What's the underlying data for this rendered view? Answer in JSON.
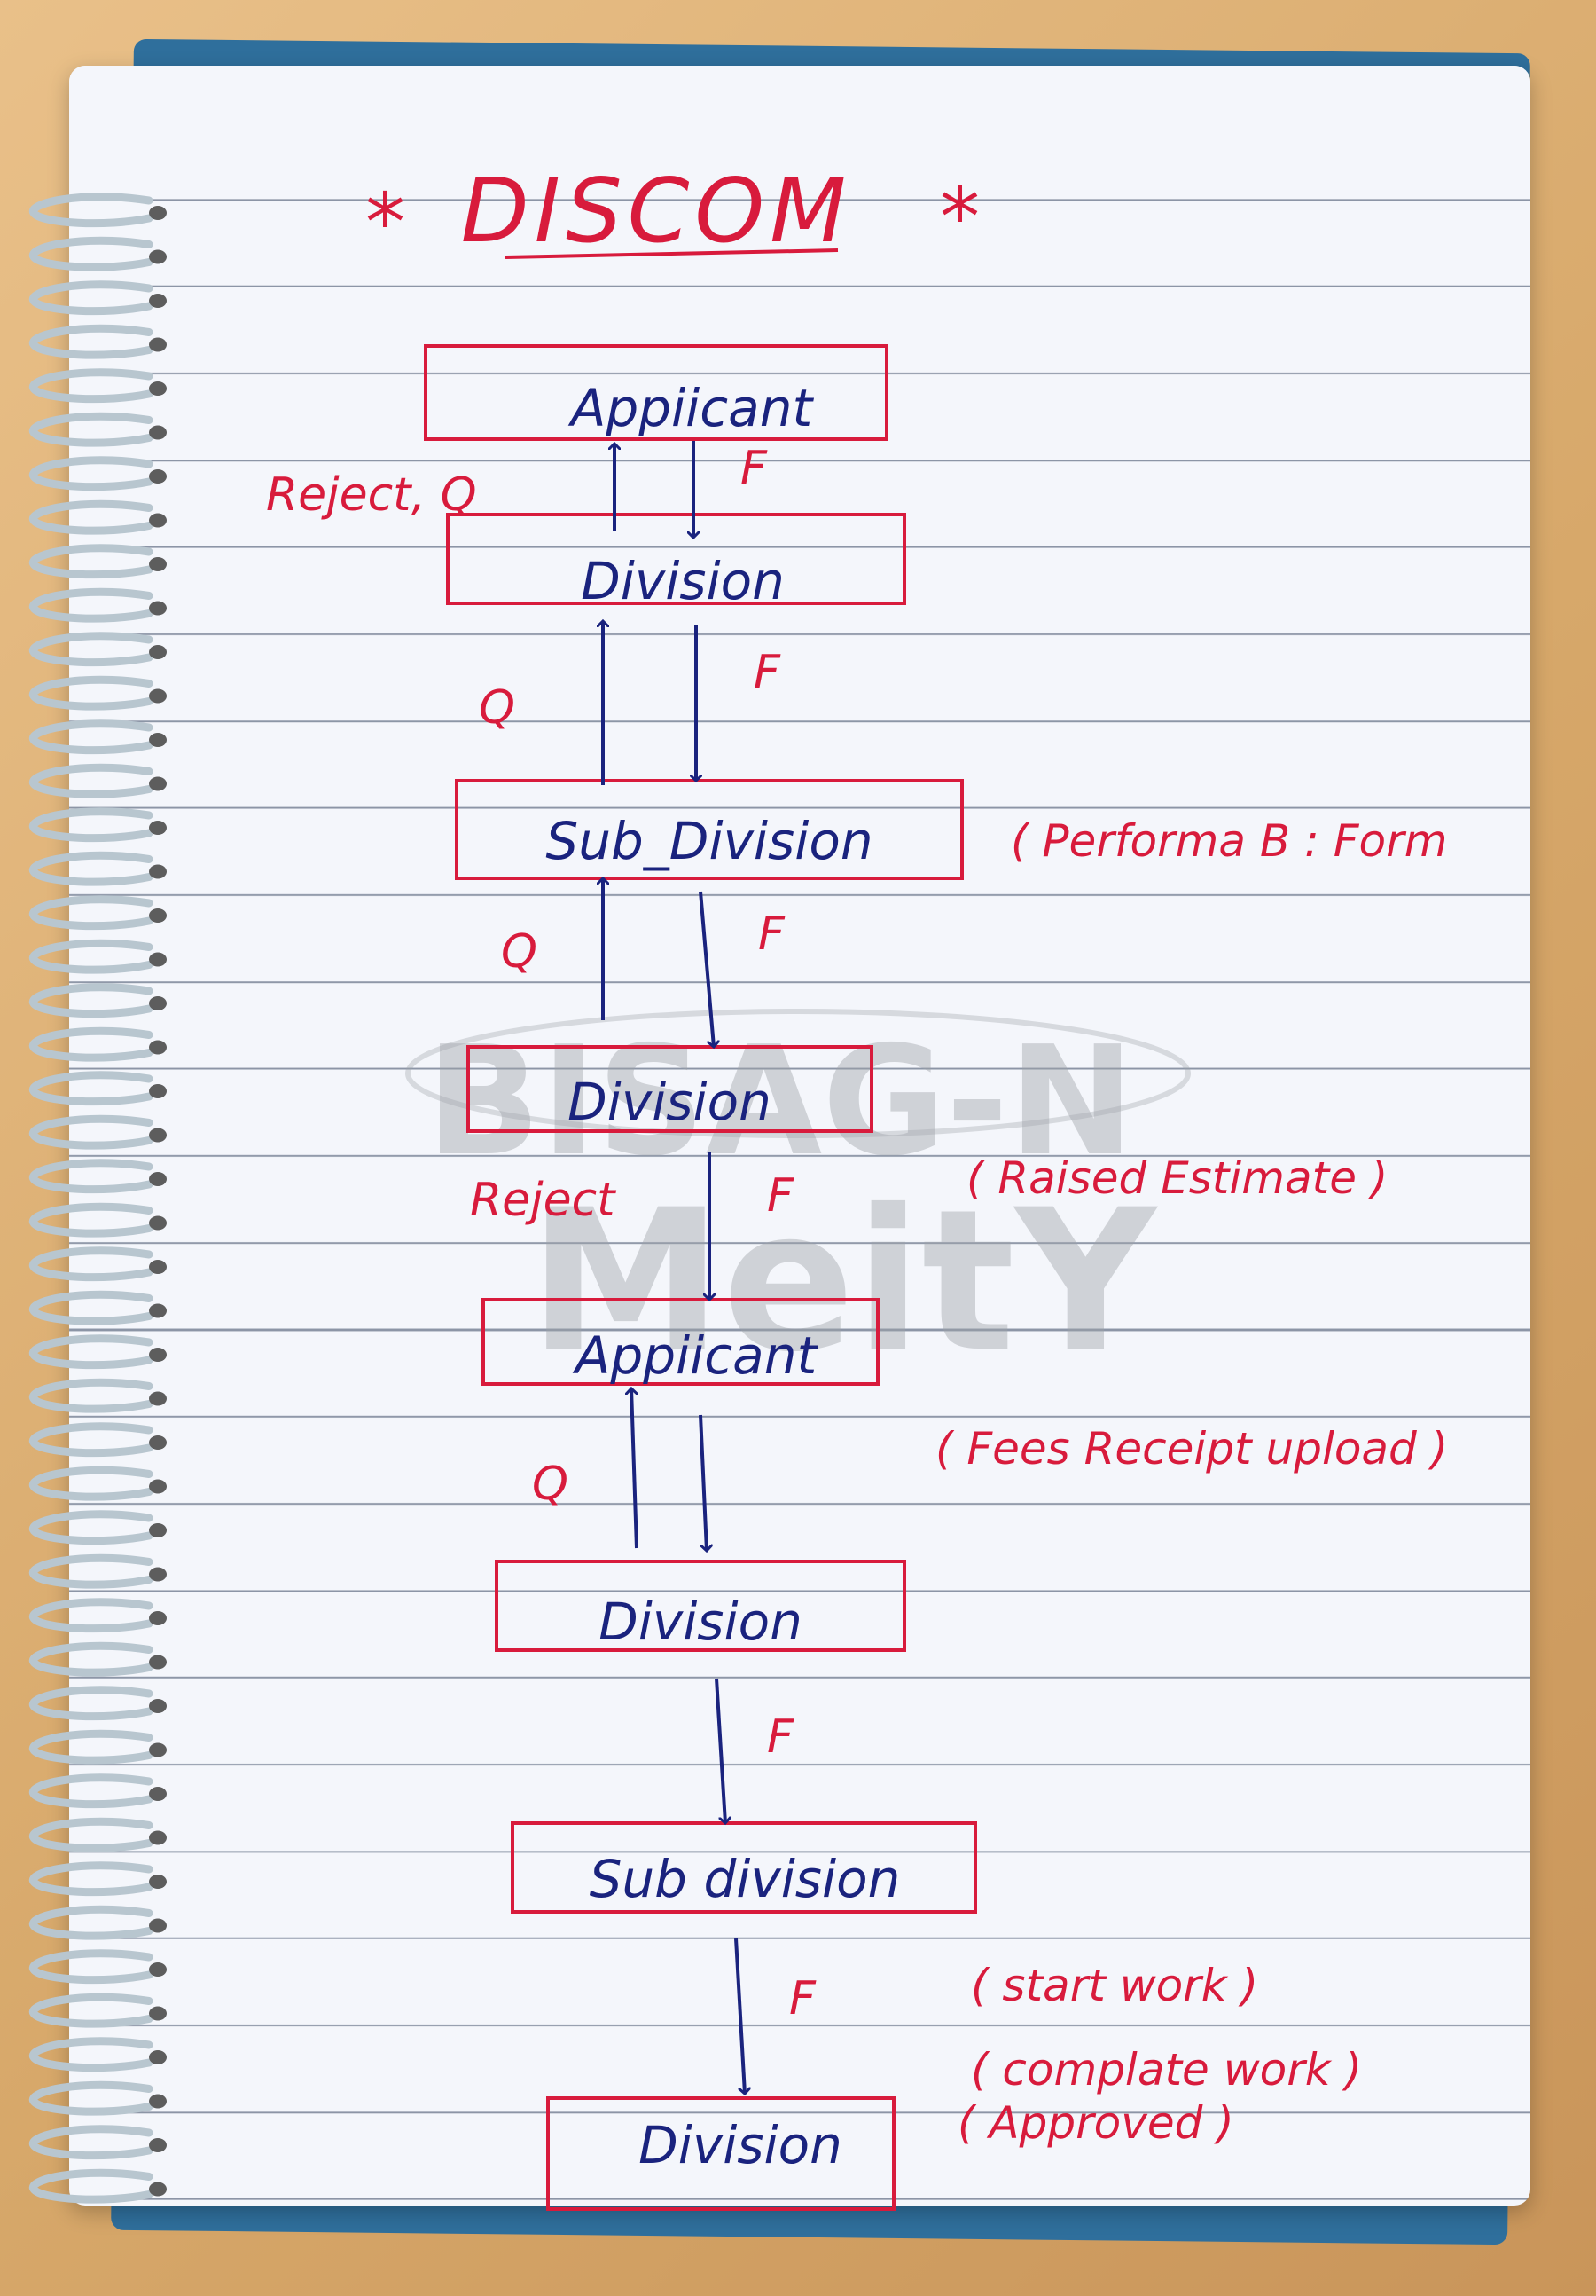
{
  "title": "DISCOM",
  "title_marks": [
    "*",
    "*"
  ],
  "watermark": {
    "line1": "BISAG-N",
    "line2": "MeitY"
  },
  "nodes": [
    {
      "label": "Appiicant"
    },
    {
      "label": "Division"
    },
    {
      "label": "Sub_Division"
    },
    {
      "label": "Division"
    },
    {
      "label": "Appiicant"
    },
    {
      "label": "Division"
    },
    {
      "label": "Sub division"
    },
    {
      "label": "Division"
    }
  ],
  "edge_labels": {
    "reject_q": "Reject, Q",
    "q_label": "Q",
    "reject": "Reject",
    "forward": "F"
  },
  "notes": {
    "performa": "( Performa B : Form",
    "raised_estimate": "( Raised Estimate )",
    "fees_receipt": "( Fees Receipt upload )",
    "start_work": "( start work )",
    "complate_work": "( complate work )",
    "approved": "( Approved )"
  },
  "colors": {
    "ink_blue": "#1a237e",
    "ink_red": "#d81b3c",
    "paper": "#f4f6fb",
    "rule_line": "#8c95a6",
    "spiral": "#b8c6cf"
  }
}
